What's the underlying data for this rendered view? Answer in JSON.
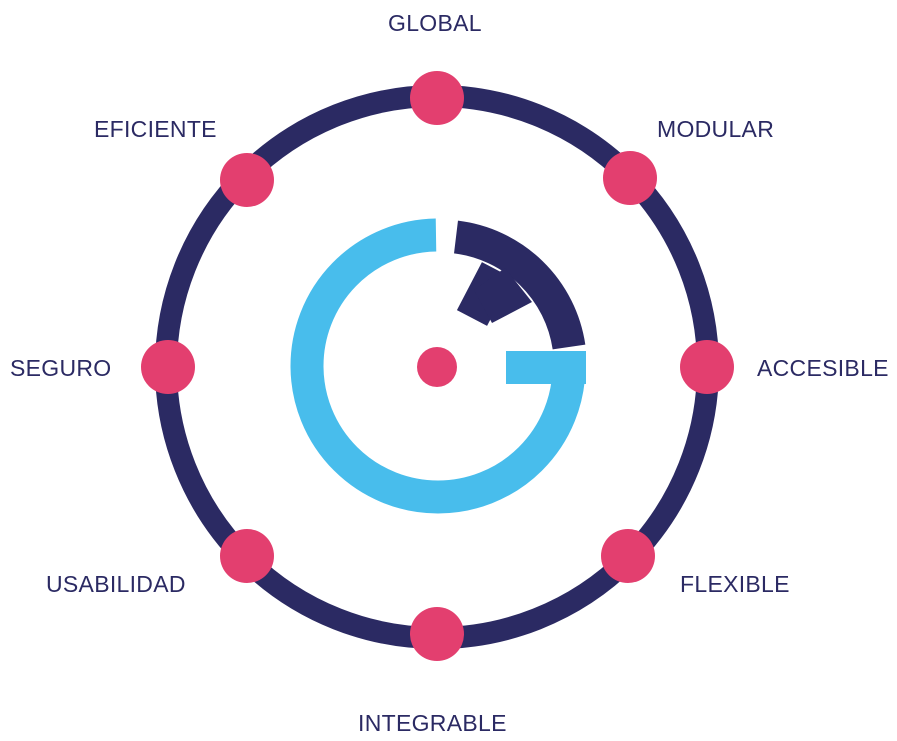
{
  "diagram": {
    "colors": {
      "ring": "#2b2a63",
      "node": "#e33f6f",
      "logo_light": "#48bdec",
      "logo_dark": "#2b2a63",
      "label": "#2b2a63"
    },
    "logo": {
      "name": "center-g-logo"
    },
    "nodes": [
      {
        "label": "GLOBAL"
      },
      {
        "label": "MODULAR"
      },
      {
        "label": "ACCESIBLE"
      },
      {
        "label": "FLEXIBLE"
      },
      {
        "label": "INTEGRABLE"
      },
      {
        "label": "USABILIDAD"
      },
      {
        "label": "SEGURO"
      },
      {
        "label": "EFICIENTE"
      }
    ]
  }
}
